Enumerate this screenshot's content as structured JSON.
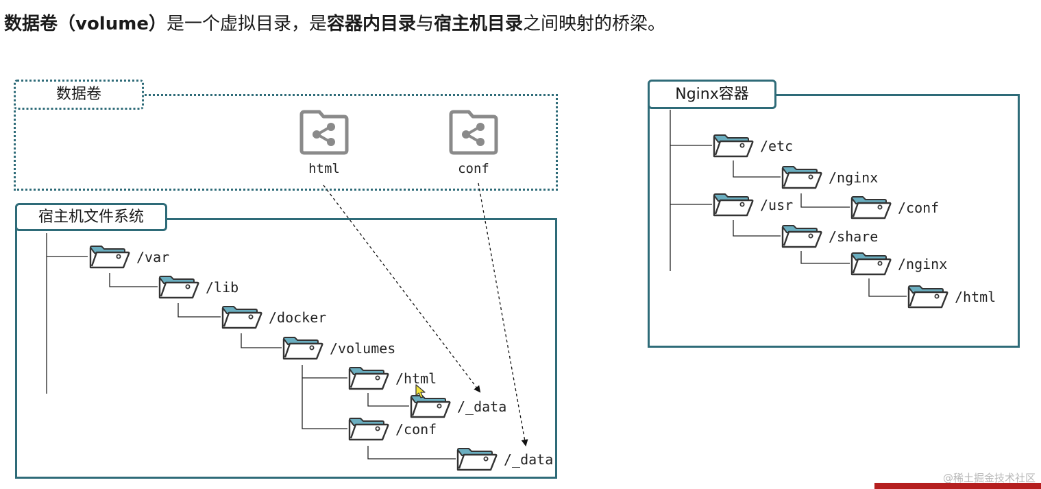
{
  "heading": {
    "p1": "数据卷（volume）",
    "p2": "是一个虚拟目录，是",
    "p3": "容器内目录",
    "p4": "与",
    "p5": "宿主机目录",
    "p6": "之间映射的桥梁。"
  },
  "volume_box": {
    "label": "数据卷",
    "volumes": [
      {
        "name": "html"
      },
      {
        "name": "conf"
      }
    ]
  },
  "host_fs": {
    "label": "宿主机文件系统",
    "nodes": [
      {
        "name": "/var"
      },
      {
        "name": "/lib"
      },
      {
        "name": "/docker"
      },
      {
        "name": "/volumes"
      },
      {
        "name": "/html"
      },
      {
        "name": "/_data"
      },
      {
        "name": "/conf"
      },
      {
        "name": "/_data"
      }
    ]
  },
  "nginx": {
    "label": "Nginx容器",
    "nodes": [
      {
        "name": "/etc"
      },
      {
        "name": "/nginx"
      },
      {
        "name": "/usr"
      },
      {
        "name": "/conf"
      },
      {
        "name": "/share"
      },
      {
        "name": "/nginx"
      },
      {
        "name": "/html"
      }
    ]
  },
  "colors": {
    "frame": "#2e6b78",
    "folder_tab": "#6aaec0",
    "folder_outline": "#333333",
    "share_icon": "#8a8a8a",
    "bottom_bar": "#b51f1f"
  },
  "icons": {
    "volume": "share-icon",
    "directory": "folder-icon",
    "pointer": "cursor-icon"
  },
  "watermark": "@稀土掘金技术社区"
}
